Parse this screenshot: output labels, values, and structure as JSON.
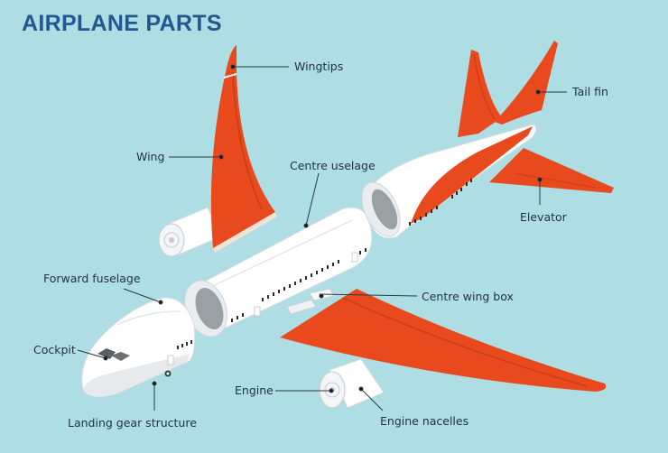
{
  "title": "AIRPLANE PARTS",
  "colors": {
    "background": "#aedde3",
    "title": "#23578f",
    "wing_orange": "#e84a1e",
    "fuselage_white": "#ffffff",
    "label_text": "#1f3340"
  },
  "labels": {
    "wingtips": "Wingtips",
    "tail_fin": "Tail fin",
    "wing": "Wing",
    "centre_fuselage": "Centre uselage",
    "elevator": "Elevator",
    "forward_fuselage": "Forward fuselage",
    "centre_wing_box": "Centre wing box",
    "cockpit": "Cockpit",
    "engine": "Engine",
    "landing_gear": "Landing gear structure",
    "engine_nacelles": "Engine nacelles"
  }
}
